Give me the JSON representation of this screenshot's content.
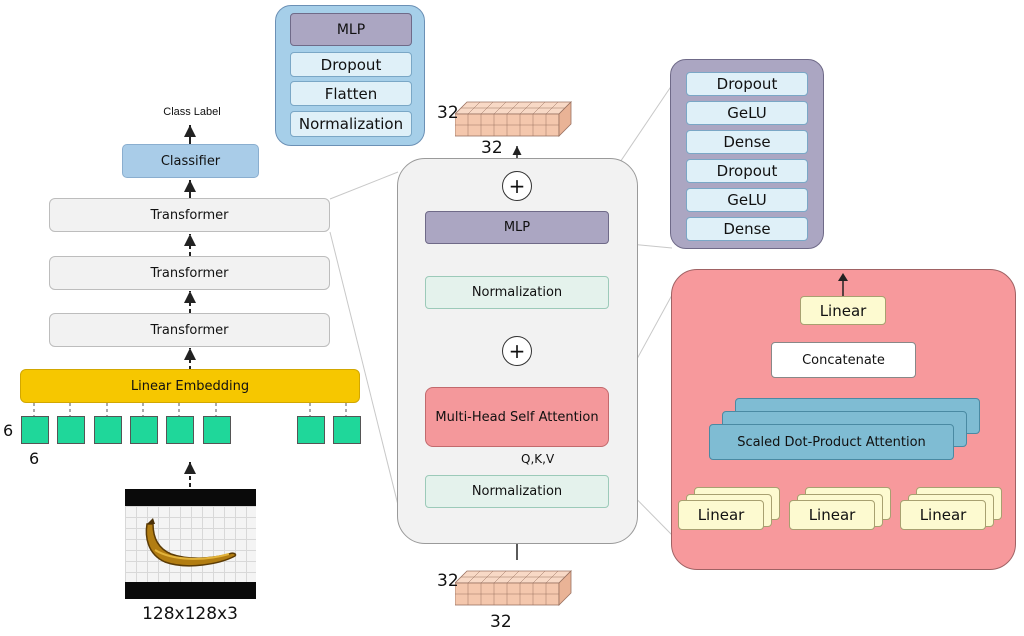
{
  "left_stack": {
    "class_label": "Class Label",
    "classifier": "Classifier",
    "transformers": [
      "Transformer",
      "Transformer",
      "Transformer"
    ],
    "linear_embedding": "Linear Embedding",
    "patch_dim_top": "6",
    "patch_dim_side": "6",
    "input_size": "128x128x3"
  },
  "head_mlp": {
    "title": "MLP",
    "layers": [
      "Dropout",
      "Flatten",
      "Normalization"
    ]
  },
  "transformer_block": {
    "out_dim_left": "32",
    "out_dim_bottom": "32",
    "in_dim_left": "32",
    "in_dim_bottom": "32",
    "plus_top": "+",
    "plus_bottom": "+",
    "mlp": "MLP",
    "norm_top": "Normalization",
    "mhsa": "Multi-Head Self Attention",
    "qkv": "Q,K,V",
    "norm_bottom": "Normalization"
  },
  "mlp_detail": {
    "layers": [
      "Dropout",
      "GeLU",
      "Dense",
      "Dropout",
      "GeLU",
      "Dense"
    ]
  },
  "attention_detail": {
    "linear_top": "Linear",
    "concatenate": "Concatenate",
    "sdpa": "Scaled Dot-Product Attention",
    "linears": [
      "Linear",
      "Linear",
      "Linear"
    ]
  },
  "colors": {
    "classifier": "#a9cce8",
    "embedding": "#f6c700",
    "patch": "#1fd79a",
    "transformer_box": "#f2f2f2",
    "mlp_purple": "#aba6c2",
    "norm_green": "#e4f2ec",
    "mhsa_red": "#f4989b",
    "attn_bg": "#f7999c",
    "sdpa_blue": "#7fbcd3",
    "linear_cream": "#fdfad0",
    "tensor_peach": "#f4c7ad"
  }
}
